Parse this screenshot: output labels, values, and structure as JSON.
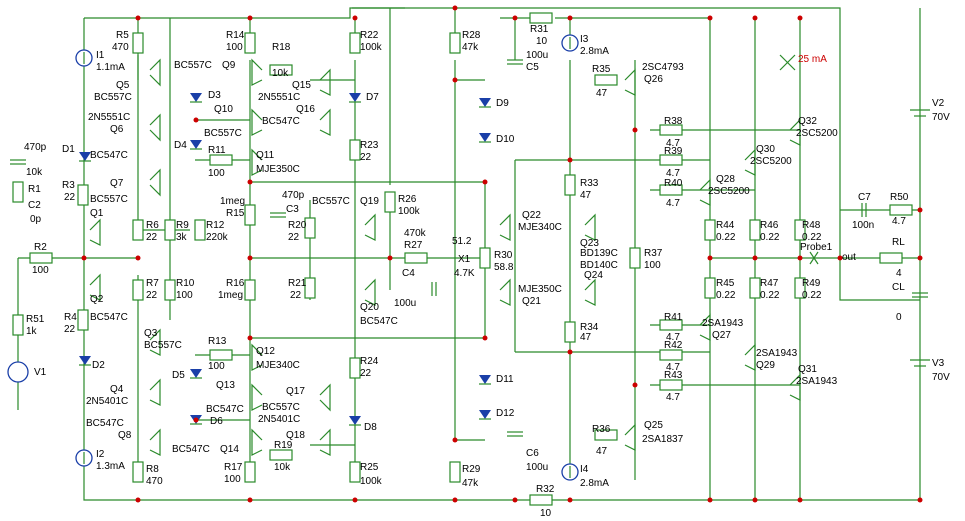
{
  "labels": {
    "r5": "R5",
    "r5v": "470",
    "i1": "I1",
    "i1v": "1.1mA",
    "q5": "Q5",
    "q5t": "BC557C",
    "q5b": "2N5551C",
    "q6": "Q6",
    "d1": "D1",
    "q7": "Q7",
    "q7t": "BC557C",
    "q7b": "BC547C",
    "r3": "R3",
    "r3v": "22",
    "q1": "Q1",
    "c2": "C2",
    "c2v": "0p",
    "r1": "R1",
    "r1v": "10k",
    "cin": "470p",
    "r2": "R2",
    "r2v": "100",
    "q2": "Q2",
    "r4": "R4",
    "r4v": "22",
    "q2t": "BC547C",
    "r51": "R51",
    "r51v": "1k",
    "v1": "V1",
    "q3": "Q3",
    "q3t": "BC557C",
    "d2": "D2",
    "q4": "Q4",
    "q4t": "2N5401C",
    "q8t": "BC547C",
    "q8": "Q8",
    "i2": "I2",
    "i2v": "1.3mA",
    "r8": "R8",
    "r8v": "470",
    "r6": "R6",
    "r6v": "22",
    "r7": "R7",
    "r7v": "22",
    "r9": "R9",
    "r9v": "3k",
    "r10": "R10",
    "r10v": "100",
    "r14": "R14",
    "r14v": "100",
    "r18": "R18",
    "r18v": "10k",
    "q9t": "BC557C",
    "q9": "Q9",
    "d3": "D3",
    "q10t": "2N5551C",
    "q10": "Q10",
    "d4": "D4",
    "q10b": "BC557C",
    "r11": "R11",
    "r11v": "100",
    "q11": "Q11",
    "q11t": "MJE350C",
    "r15": "R15",
    "r15v": "1meg",
    "r12": "R12",
    "r12v": "220k",
    "c3": "C3",
    "c3v": "470p",
    "r16": "R16",
    "r16v": "1meg",
    "r13": "R13",
    "r13v": "100",
    "q12": "Q12",
    "q12t": "MJE340C",
    "d5": "D5",
    "q13": "Q13",
    "q13t": "BC547C",
    "d6": "D6",
    "q14t": "BC547C",
    "q14": "Q14",
    "r17": "R17",
    "r17v": "100",
    "r19": "R19",
    "r19v": "10k",
    "r22": "R22",
    "r22v": "100k",
    "q15": "Q15",
    "q16": "Q16",
    "q16t": "BC547C",
    "d7": "D7",
    "r23": "R23",
    "r23v": "22",
    "q15t": "2N5551C",
    "r20": "R20",
    "r20v": "22",
    "r21": "R21",
    "r21v": "22",
    "q19t": "BC557C",
    "q19": "Q19",
    "q20": "Q20",
    "q20t": "BC547C",
    "r24": "R24",
    "r24v": "22",
    "q17": "Q17",
    "q17t": "BC557C",
    "q18t": "2N5401C",
    "q18": "Q18",
    "d8": "D8",
    "r25": "R25",
    "r25v": "100k",
    "r26": "R26",
    "r26v": "100k",
    "r27": "R27",
    "r27v": "470k",
    "c4": "C4",
    "c4v": "100u",
    "r28": "R28",
    "r28v": "47k",
    "d9": "D9",
    "d10": "D10",
    "x1": "X1",
    "x1v": "4.7K",
    "x1n": "51.2",
    "d11": "D11",
    "d12": "D12",
    "r29": "R29",
    "r29v": "47k",
    "r31": "R31",
    "r31v": "10",
    "c5": "C5",
    "c5v": "100u",
    "c6": "C6",
    "c6v": "100u",
    "r32": "R32",
    "r32v": "10",
    "i3": "I3",
    "i3v": "2.8mA",
    "i4": "I4",
    "i4v": "2.8mA",
    "r35": "R35",
    "r35v": "47",
    "q26t": "2SC4793",
    "q26": "Q26",
    "r36": "R36",
    "r36v": "47",
    "q25": "Q25",
    "q25t": "2SA1837",
    "r33": "R33",
    "r33v": "47",
    "r34": "R34",
    "r34v": "47",
    "q22": "Q22",
    "q22t": "MJE340C",
    "q23": "Q23",
    "q23t": "BD139C",
    "q24t": "BD140C",
    "q24": "Q24",
    "q21t": "MJE350C",
    "q21": "Q21",
    "r30": "R30",
    "r30v": "58.8",
    "r37": "R37",
    "r37v": "100",
    "r38": "R38",
    "r38v": "4.7",
    "r39": "R39",
    "r39v": "4.7",
    "r40": "R40",
    "r40v": "4.7",
    "r41": "R41",
    "r41v": "4.7",
    "r42": "R42",
    "r42v": "4.7",
    "r43": "R43",
    "r43v": "4.7",
    "q28": "Q28",
    "q28t": "2SC5200",
    "q30": "Q30",
    "q30t": "2SC5200",
    "q32": "Q32",
    "q32t": "2SC5200",
    "q27": "Q27",
    "q27t": "2SA1943",
    "q29": "Q29",
    "q29t": "2SA1943",
    "q31": "Q31",
    "q31t": "2SA1943",
    "r44": "R44",
    "r44v": "0.22",
    "r45": "R45",
    "r45v": "0.22",
    "r46": "R46",
    "r46v": "0.22",
    "r47": "R47",
    "r47v": "0.22",
    "r48": "R48",
    "r48v": "0.22",
    "r49": "R49",
    "r49v": "0.22",
    "probe": "Probe1",
    "out": "out",
    "ma25": "25 mA",
    "c7": "C7",
    "c7v": "100n",
    "r50": "R50",
    "r50v": "4.7",
    "rl": "RL",
    "rlv": "4",
    "cl": "CL",
    "clv": "0",
    "v2": "V2",
    "v2v": "70V",
    "v3": "V3",
    "v3v": "70V"
  }
}
